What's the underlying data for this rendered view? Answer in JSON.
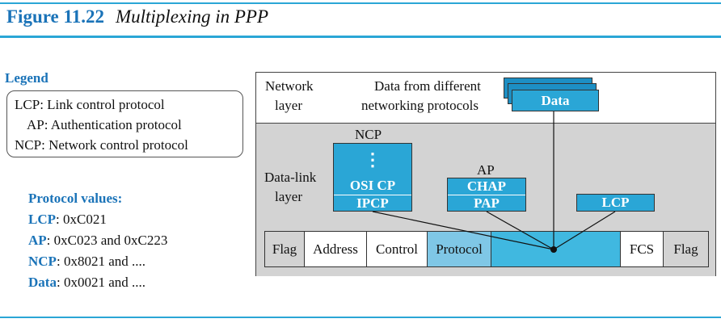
{
  "figure": {
    "number": "Figure 11.22",
    "caption": "Multiplexing in PPP"
  },
  "legend": {
    "title": "Legend",
    "entries": [
      {
        "abbr": "LCP",
        "meaning": "Link control protocol"
      },
      {
        "abbr": "AP",
        "meaning": "Authentication protocol"
      },
      {
        "abbr": "NCP",
        "meaning": "Network control protocol"
      }
    ]
  },
  "protocol_values": {
    "title": "Protocol values:",
    "rows": [
      {
        "key": "LCP",
        "value": "0xC021"
      },
      {
        "key": "AP",
        "value": "0xC023 and 0xC223"
      },
      {
        "key": "NCP",
        "value": "0x8021 and ...."
      },
      {
        "key": "Data",
        "value": "0x0021 and ...."
      }
    ]
  },
  "diagram": {
    "network_layer": {
      "line1": "Network",
      "line2": "layer"
    },
    "data_from": {
      "line1": "Data from different",
      "line2": "networking protocols"
    },
    "data_box": "Data",
    "datalink_layer": {
      "line1": "Data-link",
      "line2": "layer"
    },
    "ncp": {
      "label": "NCP",
      "dots": "⋮",
      "items": [
        "OSI CP",
        "IPCP"
      ]
    },
    "ap": {
      "label": "AP",
      "items": [
        "CHAP",
        "PAP"
      ]
    },
    "lcp_box": "LCP",
    "frame_fields": [
      "Flag",
      "Address",
      "Control",
      "Protocol",
      "",
      "FCS",
      "Flag"
    ]
  },
  "colors": {
    "accent": "#1a73b8",
    "cyan": "#2aa6d6",
    "gray": "#d3d3d3"
  }
}
